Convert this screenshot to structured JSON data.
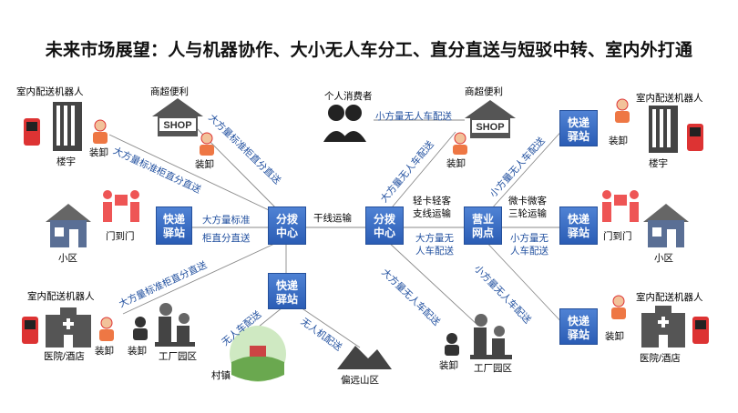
{
  "title": "未来市场展望：人与机器协作、大小无人车分工、直分直送与短驳中转、室内外打通",
  "nodes": {
    "express_left": "快递\n驿站",
    "hub_left": "分拨\n中心",
    "express_lower": "快递\n驿站",
    "hub_mid": "分拨\n中心",
    "outlet": "营业\n网点",
    "express_tr": "快递\n驿站",
    "express_mr": "快递\n驿站",
    "express_br": "快递\n驿站"
  },
  "labels": {
    "robot_tl": "室内配送机器人",
    "shop_t": "商超便利",
    "building_l": "楼宇",
    "unload_tl": "装卸",
    "unload_shop_l": "装卸",
    "door_l": "门到门",
    "community_l": "小区",
    "robot_bl": "室内配送机器人",
    "unload_bl1": "装卸",
    "unload_bl2": "装卸",
    "hospital_l": "医院/酒店",
    "factory_l": "工厂园区",
    "village": "村镇",
    "mountain": "偏远山区",
    "consumer": "个人消费者",
    "shop_t2": "商超便利",
    "unload_shop_m": "装卸",
    "trunk": "干线运输",
    "light_truck": "轻卡轻客",
    "branch_trans": "支线运输",
    "big_unmanned": "大方量无",
    "big_unmanned2": "人车配送",
    "micro": "微卡微客",
    "tricycle": "三轮运输",
    "small_unmanned": "小方量无",
    "small_unmanned2": "人车配送",
    "robot_tr": "室内配送机器人",
    "unload_tr": "装卸",
    "building_r": "楼宇",
    "door_r": "门到门",
    "community_r": "小区",
    "robot_br": "室内配送机器人",
    "unload_br": "装卸",
    "hospital_r": "医院/酒店",
    "unload_bm": "装卸",
    "factory_r": "工厂园区",
    "big_std": "大方量标准",
    "cabinet": "柜直分直送"
  },
  "edge_labels": {
    "e1": "大方量标准柜直分直送",
    "e2": "大方量标准柜直分直送",
    "e3": "大方量标准柜直分直送",
    "e4": "无人车配送",
    "e5": "无人机配送",
    "e6": "小方量无人车配送",
    "e7": "大方量无人车配送",
    "e8": "大方量无人车配送",
    "e9": "小方量无人车配送",
    "e10": "小方量无人车配送"
  },
  "icons": {
    "shop_sign": "SHOP",
    "shop_sign2": "SHOP"
  }
}
